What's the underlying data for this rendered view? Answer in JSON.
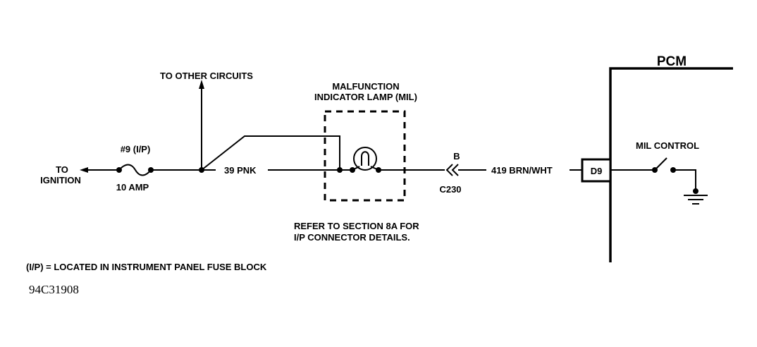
{
  "labels": {
    "to_ignition_line1": "TO",
    "to_ignition_line2": "IGNITION",
    "fuse_name": "#9 (I/P)",
    "fuse_rating": "10 AMP",
    "to_other_circuits": "TO OTHER CIRCUITS",
    "wire_39": "39 PNK",
    "mil_line1": "MALFUNCTION",
    "mil_line2": "INDICATOR LAMP (MIL)",
    "connector_pin": "B",
    "connector_name": "C230",
    "wire_419": "419 BRN/WHT",
    "pcm_title": "PCM",
    "pcm_pin": "D9",
    "mil_control": "MIL CONTROL",
    "note_line1": "REFER TO SECTION 8A FOR",
    "note_line2": "I/P CONNECTOR DETAILS.",
    "legend": "(I/P) = LOCATED IN INSTRUMENT PANEL FUSE BLOCK",
    "figure_code": "94C31908"
  }
}
